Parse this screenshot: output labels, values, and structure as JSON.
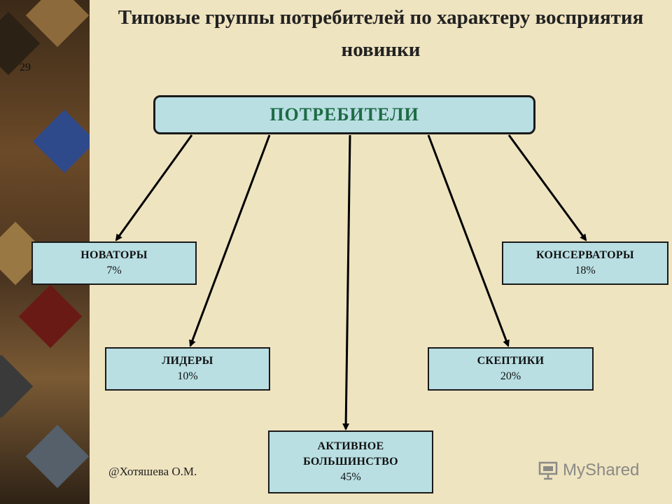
{
  "title": "Типовые группы потребителей по характеру восприятия новинки",
  "page_number": "29",
  "root": {
    "label": "ПОТРЕБИТЕЛИ"
  },
  "groups": [
    {
      "name": "НОВАТОРЫ",
      "percent": "7%"
    },
    {
      "name": "ЛИДЕРЫ",
      "percent": "10%"
    },
    {
      "name": "АКТИВНОЕ БОЛЬШИНСТВО",
      "percent": "45%"
    },
    {
      "name": "СКЕПТИКИ",
      "percent": "20%"
    },
    {
      "name": "КОНСЕРВАТОРЫ",
      "percent": "18%"
    }
  ],
  "footer": {
    "author": "@Хотяшева О.М.",
    "brand": "MyShared"
  }
}
